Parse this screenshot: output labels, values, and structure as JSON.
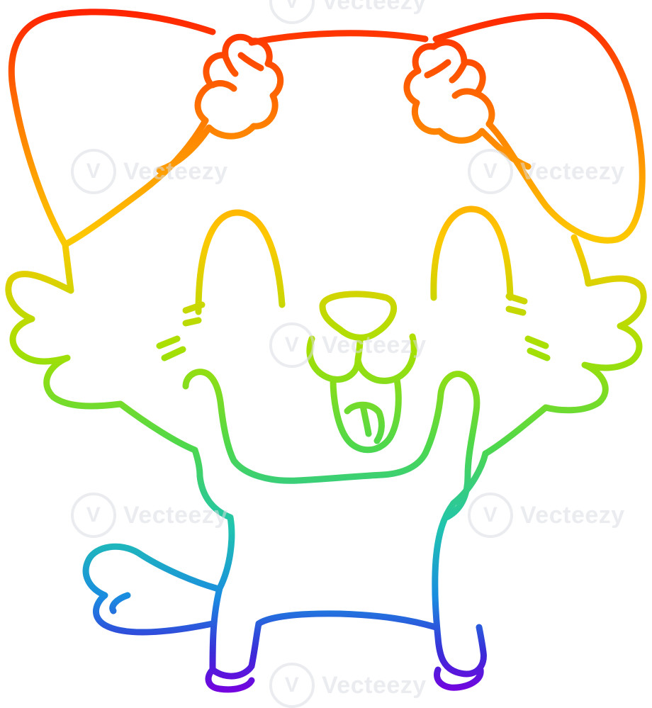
{
  "image": {
    "subject": "rainbow-line-cartoon-dog",
    "gradient_colors": [
      "#ff1a00",
      "#ff7f00",
      "#ffc800",
      "#8be000",
      "#2fd46a",
      "#1aa6d8",
      "#3a2cd8",
      "#7a00e0"
    ]
  },
  "watermark": {
    "brand": "Vecteezy",
    "logo_glyph": "V"
  }
}
